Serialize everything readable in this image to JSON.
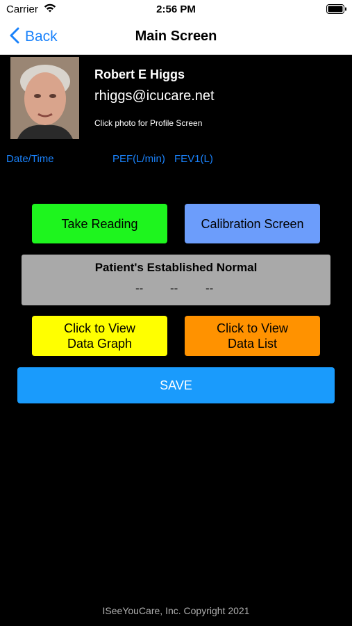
{
  "status_bar": {
    "carrier": "Carrier",
    "time": "2:56 PM"
  },
  "nav": {
    "back_label": "Back",
    "title": "Main Screen"
  },
  "profile": {
    "name": "Robert E Higgs",
    "email": "rhiggs@icucare.net",
    "hint": "Click photo for Profile Screen"
  },
  "columns": {
    "datetime": "Date/Time",
    "pef": "PEF(L/min)",
    "fev1": "FEV1(L)"
  },
  "buttons": {
    "take_reading": "Take Reading",
    "calibration": "Calibration Screen",
    "graph_line1": "Click to View",
    "graph_line2": "Data Graph",
    "list_line1": "Click to View",
    "list_line2": "Data List",
    "save": "SAVE"
  },
  "normal": {
    "title": "Patient's Established Normal",
    "values": [
      "--",
      "--",
      "--"
    ]
  },
  "footer": "ISeeYouCare, Inc. Copyright 2021",
  "colors": {
    "accent": "#1a82fb",
    "take_reading": "#1ef51e",
    "calibration": "#6c9dfb",
    "graph": "#ffff00",
    "list": "#ff9200",
    "save": "#1a9bfc"
  }
}
